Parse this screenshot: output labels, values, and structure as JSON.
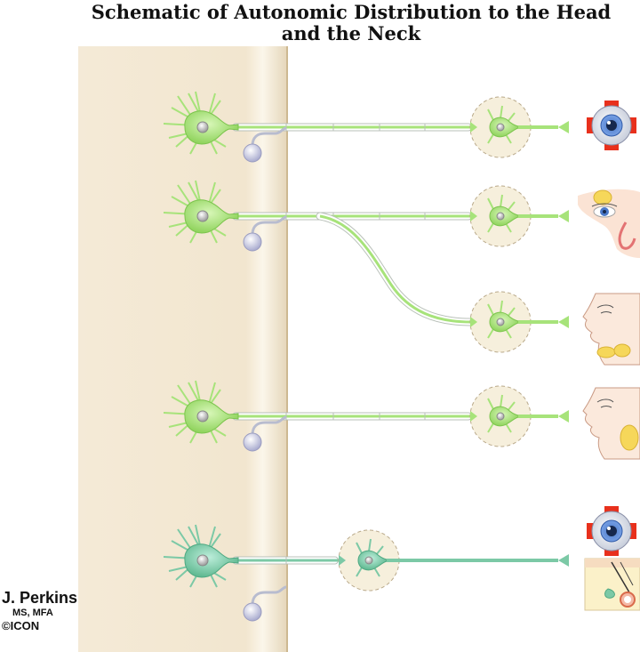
{
  "title": "Schematic of Autonomic Distribution to the Head and the Neck",
  "credit": {
    "name": "J. Perkins",
    "degree": "MS, MFA",
    "logo": "©ICON"
  },
  "colors": {
    "cord": "#f3e8d4",
    "neuron_green": "#a7e37a",
    "neuron_teal": "#7cc9a6",
    "ganglion_fill": "#f6efdc",
    "myelin": "#eef2ee",
    "eye_red": "#e8301c",
    "skin": "#fbe9dc",
    "gland": "#f6d75a"
  },
  "pathways": [
    {
      "id": "eye-pathway",
      "target": "eye",
      "branch": false
    },
    {
      "id": "lacrimal-pathway",
      "target": "lacrimal-nasal",
      "branch": true
    },
    {
      "id": "salivary-pathway",
      "target": "submandibular",
      "branch": false
    },
    {
      "id": "parotid-pathway",
      "target": "parotid",
      "branch": false
    },
    {
      "id": "sympathetic-pathway",
      "target": "eye-and-skin",
      "branch": false
    }
  ]
}
